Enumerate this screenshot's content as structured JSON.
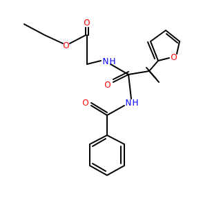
{
  "colors": {
    "background": "#ffffff",
    "bond": "#000000",
    "oxygen": "#ff0000",
    "nitrogen": "#0000ff"
  },
  "labels": {
    "ester_carbonyl_o": "O",
    "ester_o": "O",
    "amide_nh_1": "N",
    "amide_h_1": "H",
    "amide_carbonyl_o": "O",
    "furan_o": "O",
    "amide_nh_2": "N",
    "amide_h_2": "H",
    "benzoyl_o": "O"
  }
}
